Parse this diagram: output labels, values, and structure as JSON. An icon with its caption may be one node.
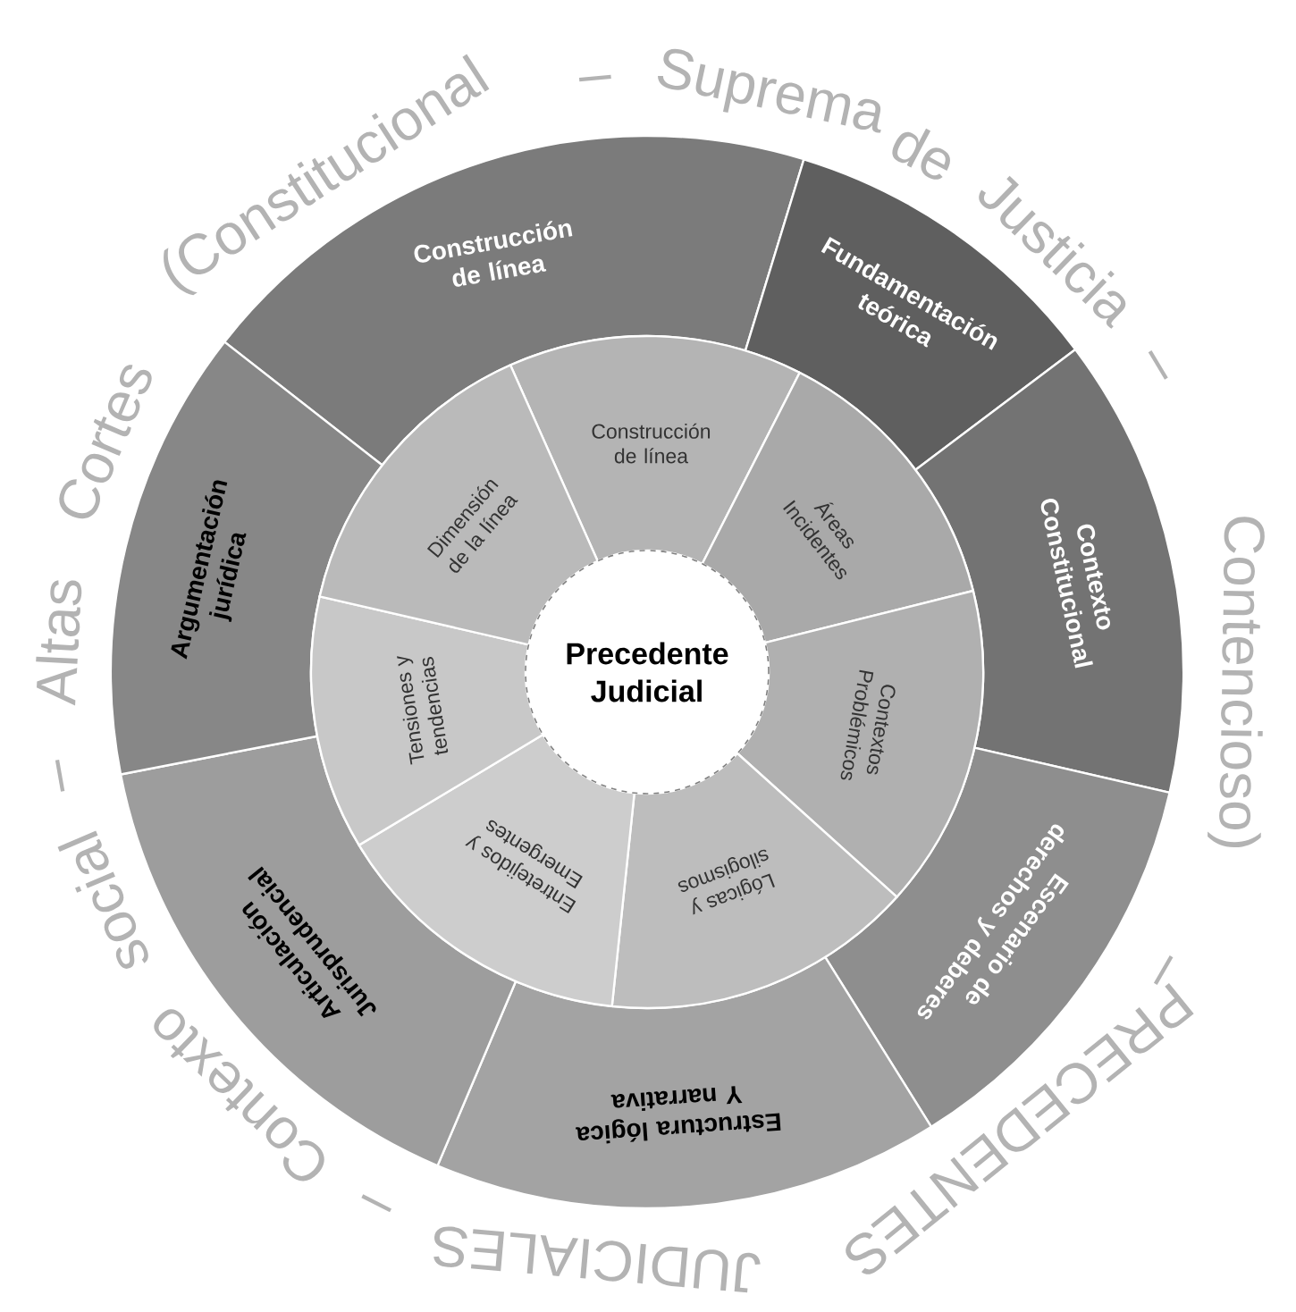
{
  "diagram": {
    "nodes": [
      {
        "text": [
          "Construcción de línea"
        ]
      },
      {
        "text": [
          "Fundamentación teórica"
        ]
      },
      {
        "text": [
          "Contexto Constitucional"
        ]
      },
      {
        "text": [
          "Escenario de derechos y deberes"
        ]
      },
      {
        "text": [
          "Estructura lógica Y narrativa"
        ]
      },
      {
        "text": [
          "Articulación Jurisprudencial"
        ]
      },
      {
        "text": [
          "Argumentación jurídica"
        ]
      },
      {
        "text": [
          "Construcción de línea"
        ]
      },
      {
        "text": [
          "Áreas Incidentes"
        ]
      },
      {
        "text": [
          "Contextos Problémicos"
        ]
      },
      {
        "text": [
          "Lógicas y silogismos"
        ]
      },
      {
        "text": [
          "Entretejidos y Emergentes"
        ]
      },
      {
        "text": [
          "Tensiones y tendencias"
        ]
      },
      {
        "text": [
          "Dimensión de la línea"
        ]
      },
      {
        "text": [
          "Precedente Judicial"
        ]
      }
    ],
    "edges": [],
    "labels": [
      "Altas",
      "Cortes",
      "(Constitucional",
      "–",
      "Suprema",
      "de",
      "Justicia",
      "–",
      "Contencioso)",
      "–",
      "PRECEDENTES",
      "JUDICIALES",
      "–",
      "Contexto",
      "social",
      "–"
    ]
  }
}
